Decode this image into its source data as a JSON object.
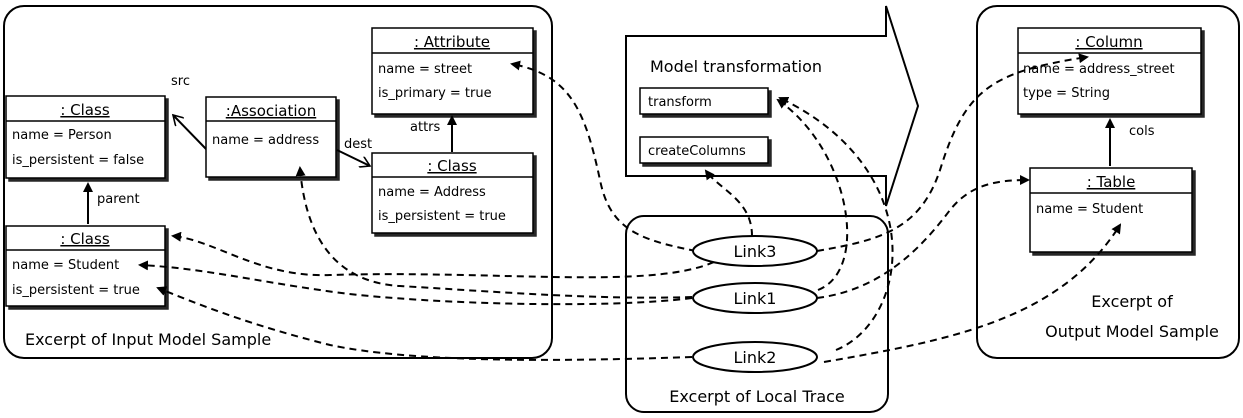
{
  "input_model": {
    "caption": "Excerpt of Input Model Sample",
    "class_person": {
      "title": ": Class",
      "attrs": [
        "name = Person",
        "is_persistent = false"
      ]
    },
    "class_student": {
      "title": ": Class",
      "attrs": [
        "name = Student",
        "is_persistent = true"
      ]
    },
    "association": {
      "title": ":Association",
      "attrs": [
        "name = address"
      ]
    },
    "attribute": {
      "title": ": Attribute",
      "attrs": [
        "name = street",
        "is_primary = true"
      ]
    },
    "class_address": {
      "title": ": Class",
      "attrs": [
        "name = Address",
        "is_persistent = true"
      ]
    },
    "labels": {
      "src": "src",
      "dest": "dest",
      "attrs": "attrs",
      "parent": "parent"
    }
  },
  "transformation": {
    "title": "Model transformation",
    "rules": [
      "transform",
      "createColumns"
    ]
  },
  "trace": {
    "caption": "Excerpt of Local Trace",
    "links": [
      "Link3",
      "Link1",
      "Link2"
    ]
  },
  "output_model": {
    "caption_line1": "Excerpt of",
    "caption_line2": "Output Model Sample",
    "column": {
      "title": ": Column",
      "attrs": [
        "name = address_street",
        "type = String"
      ]
    },
    "table": {
      "title": ": Table",
      "attrs": [
        "name = Student"
      ]
    },
    "labels": {
      "cols": "cols"
    }
  }
}
